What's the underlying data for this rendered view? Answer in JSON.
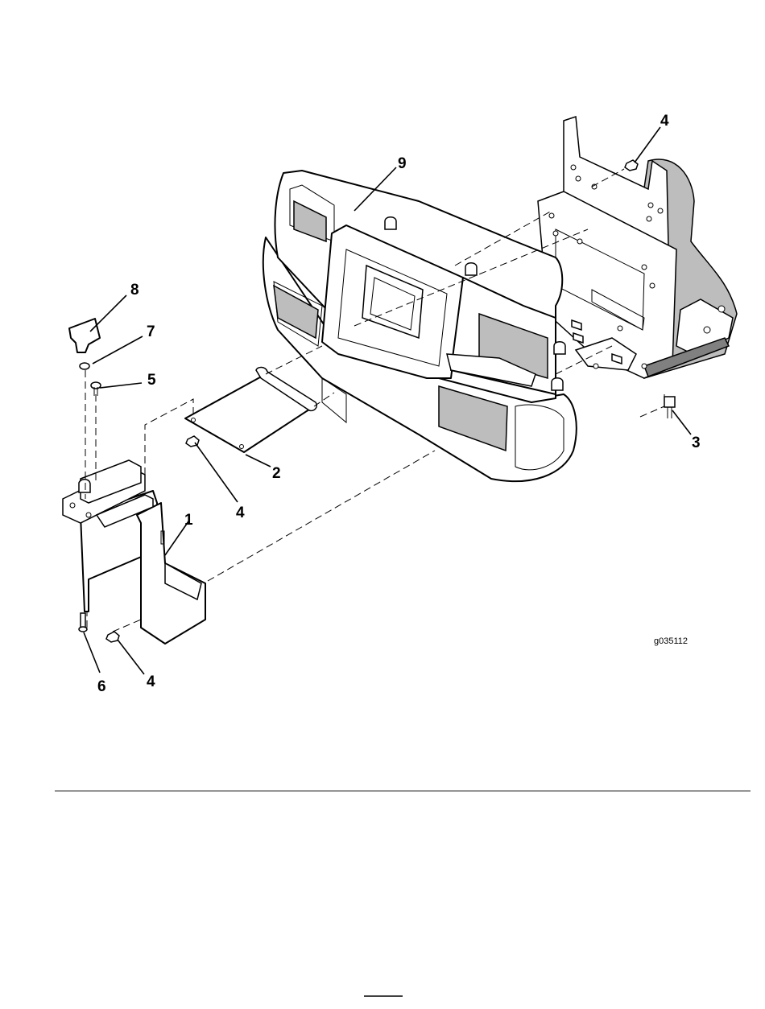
{
  "figure_id": "g035112",
  "callouts": [
    {
      "label": "1"
    },
    {
      "label": "2"
    },
    {
      "label": "3"
    },
    {
      "label": "4"
    },
    {
      "label": "4"
    },
    {
      "label": "4"
    },
    {
      "label": "5"
    },
    {
      "label": "6"
    },
    {
      "label": "7"
    },
    {
      "label": "8"
    },
    {
      "label": "9"
    }
  ]
}
